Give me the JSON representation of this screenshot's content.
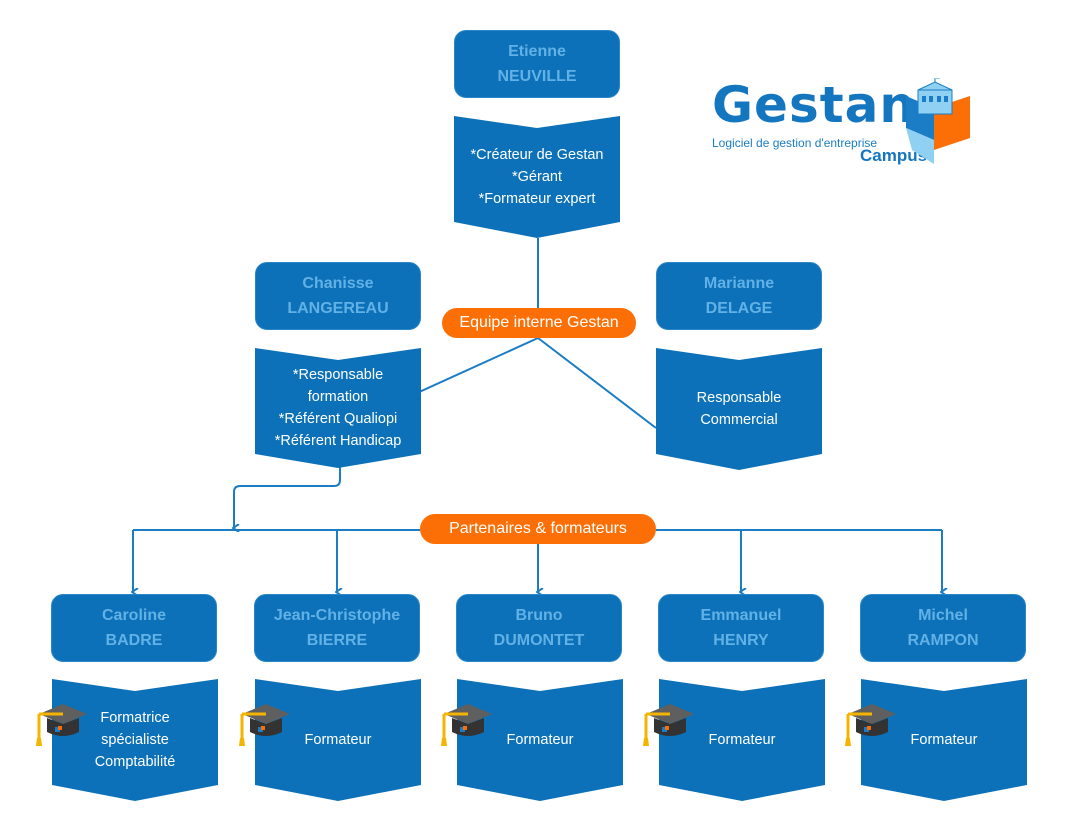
{
  "diagram": {
    "title": "Organigramme Gestan Campus",
    "colors": {
      "box": "#0c71b8",
      "name_text": "#62b1e6",
      "role_text": "#ffffff",
      "pill": "#fb6f06",
      "line": "#1a7dc6"
    },
    "logo": {
      "word": "Gestan",
      "tagline": "Logiciel de gestion d'entreprise",
      "sub": "Campus",
      "icon": "school-building-icon"
    },
    "top": {
      "first_name": "Etienne",
      "last_name": "NEUVILLE",
      "roles": [
        "*Créateur de Gestan",
        "*Gérant",
        "*Formateur expert"
      ]
    },
    "groups": {
      "internal": "Equipe interne Gestan",
      "partners": "Partenaires & formateurs"
    },
    "internal_team": [
      {
        "first_name": "Chanisse",
        "last_name": "LANGEREAU",
        "roles": [
          "*Responsable",
          "formation",
          "*Référent Qualiopi",
          "*Référent Handicap"
        ]
      },
      {
        "first_name": "Marianne",
        "last_name": "DELAGE",
        "roles": [
          "Responsable",
          "Commercial"
        ]
      }
    ],
    "trainers": [
      {
        "first_name": "Caroline",
        "last_name": "BADRE",
        "roles": [
          "Formatrice",
          "spécialiste",
          "Comptabilité"
        ],
        "icon": "graduation-cap-icon"
      },
      {
        "first_name": "Jean-Christophe",
        "last_name": "BIERRE",
        "roles": [
          "Formateur"
        ],
        "icon": "graduation-cap-icon"
      },
      {
        "first_name": "Bruno",
        "last_name": "DUMONTET",
        "roles": [
          "Formateur"
        ],
        "icon": "graduation-cap-icon"
      },
      {
        "first_name": "Emmanuel",
        "last_name": "HENRY",
        "roles": [
          "Formateur"
        ],
        "icon": "graduation-cap-icon"
      },
      {
        "first_name": "Michel",
        "last_name": "RAMPON",
        "roles": [
          "Formateur"
        ],
        "icon": "graduation-cap-icon"
      }
    ]
  }
}
